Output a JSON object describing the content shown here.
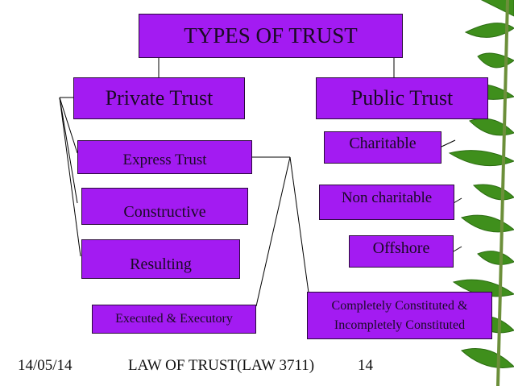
{
  "title": "TYPES OF TRUST",
  "branches": {
    "private": "Private Trust",
    "public": "Public Trust"
  },
  "private_types": {
    "express": "Express Trust",
    "constructive": "Constructive",
    "resulting": "Resulting",
    "executed": "Executed & Executory"
  },
  "public_types": {
    "charitable": "Charitable",
    "non_charitable": "Non charitable",
    "offshore": "Offshore"
  },
  "completely": {
    "line1": "Completely Constituted &",
    "line2": "Incompletely Constituted"
  },
  "footer": {
    "date": "14/05/14",
    "course": "LAW OF TRUST(LAW 3711)",
    "page": "14"
  },
  "colors": {
    "box": "#a31bf2",
    "leaf": "#3f8f1c"
  }
}
